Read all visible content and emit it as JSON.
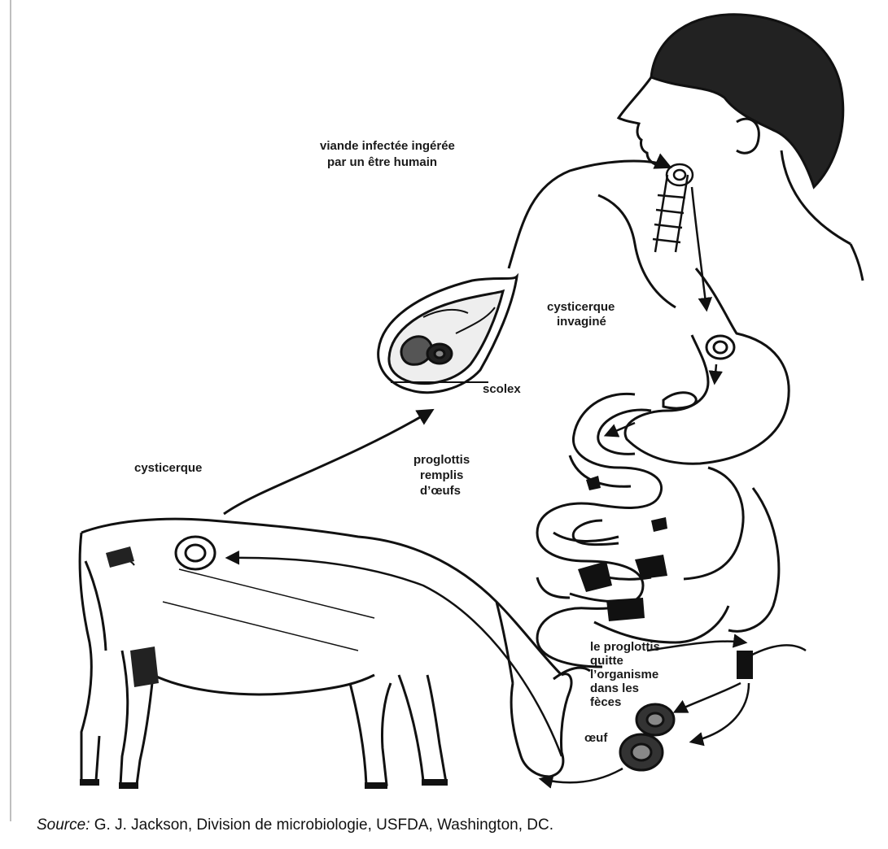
{
  "labels": {
    "ingested": [
      "viande infectée ingérée",
      "par un être humain"
    ],
    "invaginated": [
      "cysticerque",
      "invaginé"
    ],
    "scolex": "scolex",
    "cysticercus": "cysticerque",
    "proglottids": [
      "proglottis",
      "remplis",
      "d’œufs"
    ],
    "leaves": [
      "le proglottis",
      "quitte",
      "l’organisme",
      "dans les",
      "fèces"
    ],
    "egg": "œuf"
  },
  "source": {
    "label": "Source:",
    "text": " G. J. Jackson, Division de microbiologie, USFDA, Washington, DC."
  }
}
